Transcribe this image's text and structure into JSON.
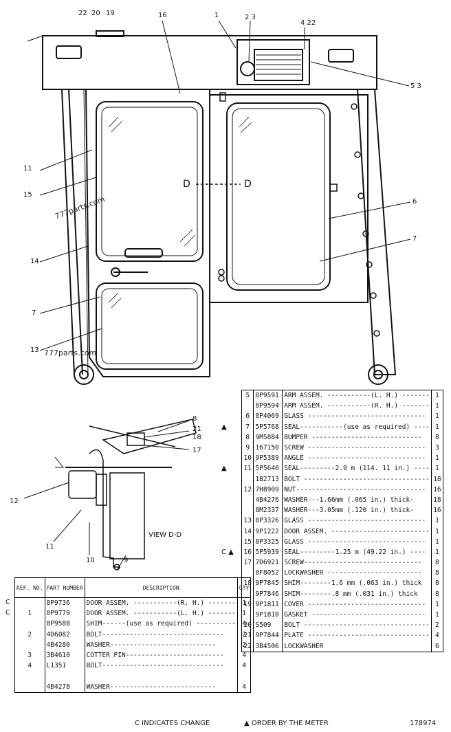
{
  "callouts": {
    "c22a": "22",
    "c20": "20",
    "c19": "19",
    "c16": "16",
    "c1": "1",
    "c2_3": "2  3",
    "c4_22": "4  22",
    "c5_3": "5  3",
    "c11a": "11",
    "c15": "15",
    "c14": "14",
    "c7a": "7",
    "c13": "13",
    "c6": "6",
    "c7b": "7",
    "cD_left": "D",
    "cD_right": "D",
    "c8": "8",
    "c21": "21",
    "c18": "18",
    "c17": "17",
    "c12": "12",
    "c11b": "11",
    "c10": "10",
    "c9": "9",
    "view": "VIEW D-D"
  },
  "watermarks": {
    "w1": "777parts.com",
    "w2": "777parts.com"
  },
  "table_left": {
    "headers": {
      "ref": "REF. NO.",
      "part": "PART NUMBER",
      "desc": "DESCRIPTION",
      "qty": "QTY"
    },
    "rows": [
      {
        "ref": "",
        "part": "8P9736",
        "desc": "DOOR ASSEM. -----------(R. H.) -------",
        "qty": "1",
        "mark": "C"
      },
      {
        "ref": "1",
        "part": "8P9779",
        "desc": "DOOR ASSEM. -----------(L. H.) -------",
        "qty": "1",
        "mark": "C"
      },
      {
        "ref": "",
        "part": "8P9588",
        "desc": "SHIM------(use as required) ----------",
        "qty": "4",
        "mark": ""
      },
      {
        "ref": "2",
        "part": "4D6082",
        "desc": "BOLT-------------------------------",
        "qty": "2",
        "mark": ""
      },
      {
        "ref": "",
        "part": "4B4280",
        "desc": "WASHER---------------------------",
        "qty": "2",
        "mark": ""
      },
      {
        "ref": "3",
        "part": "3B4610",
        "desc": "COTTER PIN-------------------------",
        "qty": "4",
        "mark": ""
      },
      {
        "ref": "4",
        "part": "L1351",
        "desc": "BOLT-------------------------------",
        "qty": "4",
        "mark": ""
      },
      {
        "ref": "",
        "part": "",
        "desc": "",
        "qty": "",
        "mark": ""
      },
      {
        "ref": "",
        "part": "4B4278",
        "desc": "WASHER---------------------------",
        "qty": "4",
        "mark": ""
      }
    ]
  },
  "table_right": {
    "rows": [
      {
        "mark": "",
        "ref": "5",
        "part": "8P9591",
        "desc": "ARM ASSEM. -----------(L. H.) -------",
        "qty": "1"
      },
      {
        "mark": "",
        "ref": "",
        "part": "8P9594",
        "desc": "ARM ASSEM. -----------(R. H.) -------",
        "qty": "1"
      },
      {
        "mark": "",
        "ref": "6",
        "part": "8P4069",
        "desc": "GLASS ------------------------------",
        "qty": "1"
      },
      {
        "mark": "▲",
        "ref": "7",
        "part": "5P5768",
        "desc": "SEAL-----------(use as required) ----",
        "qty": "1"
      },
      {
        "mark": "",
        "ref": "8",
        "part": "9M5884",
        "desc": "BUMPER ----------------------------",
        "qty": "8"
      },
      {
        "mark": "",
        "ref": "9",
        "part": "167150",
        "desc": "SCREW ------------------------------",
        "qty": "3"
      },
      {
        "mark": "",
        "ref": "10",
        "part": "9P5389",
        "desc": "ANGLE ------------------------------",
        "qty": "1"
      },
      {
        "mark": "▲",
        "ref": "11",
        "part": "5P5640",
        "desc": "SEAL---------2.9 m (114. 11 in.) ----",
        "qty": "1"
      },
      {
        "mark": "",
        "ref": "",
        "part": "1B2713",
        "desc": "BOLT --------------------------------",
        "qty": "18"
      },
      {
        "mark": "",
        "ref": "12",
        "part": "7H8909",
        "desc": "NUT---------------------------------",
        "qty": "16"
      },
      {
        "mark": "",
        "ref": "",
        "part": "4B4276",
        "desc": "WASHER---1.66mm (.065 in.) thick-",
        "qty": "18"
      },
      {
        "mark": "",
        "ref": "",
        "part": "8M2337",
        "desc": "WASHER---3.05mm (.120 in.) thick-",
        "qty": "16"
      },
      {
        "mark": "",
        "ref": "13",
        "part": "8P3326",
        "desc": "GLASS ------------------------------",
        "qty": "1"
      },
      {
        "mark": "",
        "ref": "14",
        "part": "9P1222",
        "desc": "DOOR ASSEM. -------------------------",
        "qty": "1"
      },
      {
        "mark": "",
        "ref": "15",
        "part": "8P3325",
        "desc": "GLASS ------------------------------",
        "qty": "1"
      },
      {
        "mark": "C ▲",
        "ref": "16",
        "part": "5P5939",
        "desc": "SEAL---------1.25 m (49.22 in.) ----",
        "qty": "1"
      },
      {
        "mark": "",
        "ref": "17",
        "part": "7D6921",
        "desc": "SCREW------------------------------",
        "qty": "8"
      },
      {
        "mark": "",
        "ref": "",
        "part": "8F8052",
        "desc": "LOCKWASHER ------------------------",
        "qty": "8"
      },
      {
        "mark": "",
        "ref": "18",
        "part": "9P7845",
        "desc": "SHIM--------1.6 mm (.063 in.) thick",
        "qty": "8"
      },
      {
        "mark": "",
        "ref": "",
        "part": "9P7846",
        "desc": "SHIM--------.8 mm (.031 in.) thick",
        "qty": "8"
      },
      {
        "mark": "",
        "ref": "19",
        "part": "9P1811",
        "desc": "COVER ------------------------------",
        "qty": "1"
      },
      {
        "mark": "",
        "ref": "",
        "part": "9P1810",
        "desc": "GASKET -----------------------------",
        "qty": "1"
      },
      {
        "mark": "",
        "ref": "20",
        "part": "S509",
        "desc": "BOLT --------------------------------",
        "qty": "2"
      },
      {
        "mark": "",
        "ref": "21",
        "part": "9P7844",
        "desc": "PLATE -------------------------------",
        "qty": "4"
      },
      {
        "mark": "",
        "ref": "22",
        "part": "3B4506",
        "desc": "LOCKWASHER",
        "qty": "6"
      }
    ]
  },
  "footer": {
    "legend_c": "C INDICATES CHANGE",
    "legend_meter": "▲ ORDER BY THE METER",
    "doc_number": "178974"
  }
}
